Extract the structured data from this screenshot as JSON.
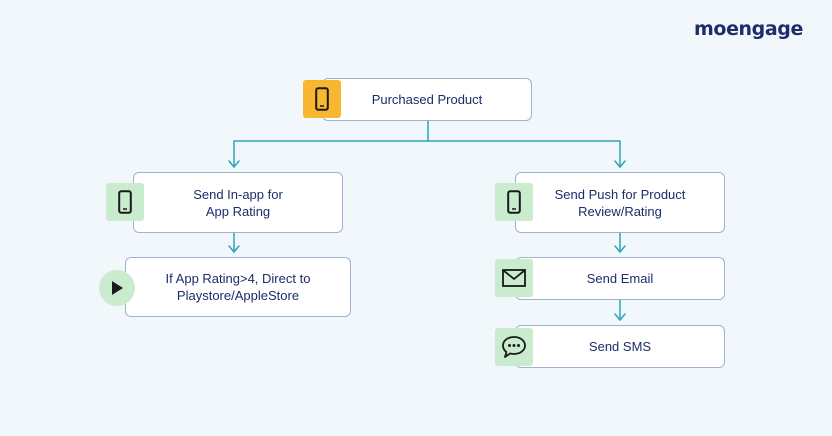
{
  "brand": {
    "logo_text": "moengage"
  },
  "nodes": {
    "purchased": {
      "label": "Purchased Product",
      "icon": "phone-icon"
    },
    "inapp": {
      "label_lines": [
        "Send In-app for",
        "App Rating"
      ],
      "icon": "phone-icon"
    },
    "rating": {
      "label_lines": [
        "If App Rating>4, Direct to",
        "Playstore/AppleStore"
      ],
      "icon": "play-icon"
    },
    "push": {
      "label_lines": [
        "Send Push for Product",
        "Review/Rating"
      ],
      "icon": "phone-icon"
    },
    "email": {
      "label": "Send Email",
      "icon": "envelope-icon"
    },
    "sms": {
      "label": "Send SMS",
      "icon": "chat-bubble-icon"
    }
  },
  "colors": {
    "background": "#f1f7fb",
    "text": "#1d2c6b",
    "connector": "#2aa7b8",
    "box_border": "#9fb3cf",
    "badge_yellow": "#f8b731",
    "badge_green": "#c9ecce"
  }
}
